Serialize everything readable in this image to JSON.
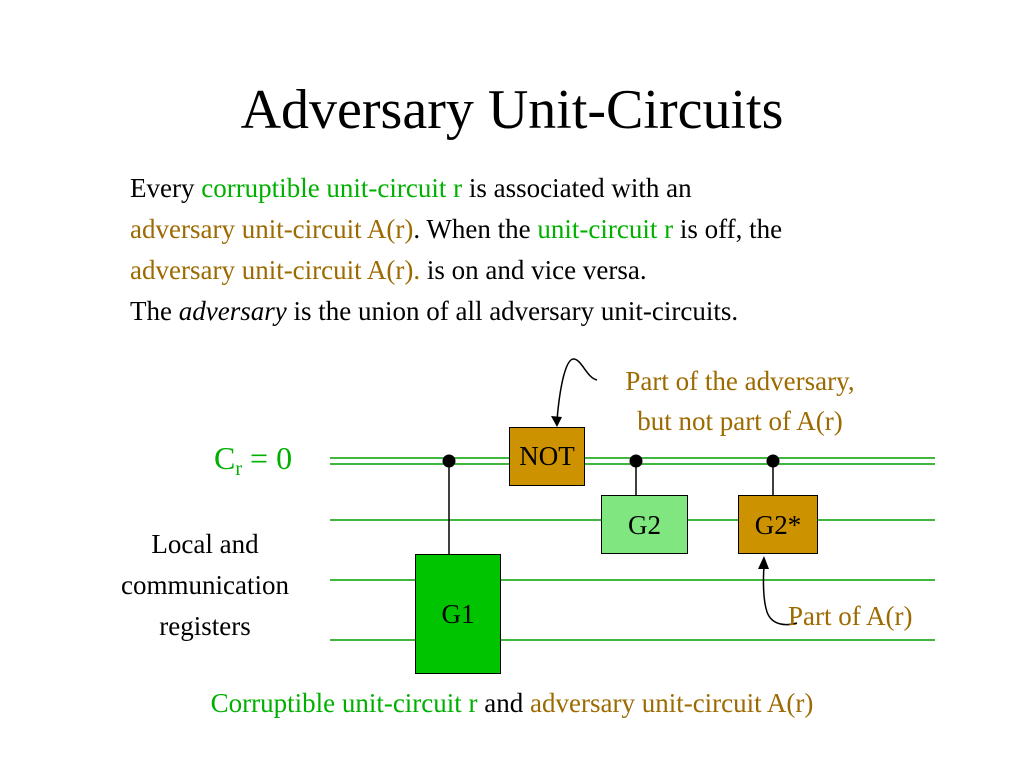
{
  "title": "Adversary Unit-Circuits",
  "paragraph": {
    "l1_a": "Every ",
    "l1_b": "corruptible unit-circuit r",
    "l1_c": " is associated with an",
    "l2_a": "adversary unit-circuit A(r)",
    "l2_b": ". When the ",
    "l2_c": "unit-circuit r",
    "l2_d": " is off, the",
    "l3_a": "adversary unit-circuit A(r).",
    "l3_b": " is on and vice versa.",
    "l4_a": "The ",
    "l4_b": "adversary",
    "l4_c": " is the union of all adversary unit-circuits."
  },
  "diagram": {
    "control_wire_label": "C",
    "control_wire_sub": "r",
    "control_wire_value": " = 0",
    "register_label": [
      "Local and",
      "communication",
      "registers"
    ],
    "gates": {
      "not": "NOT",
      "g1": "G1",
      "g2": "G2",
      "g2_star": "G2*"
    },
    "callout_top": [
      "Part of the adversary,",
      "but not part of A(r)"
    ],
    "callout_bottom": "Part of A(r)"
  },
  "caption": {
    "part1": "Corruptible unit-circuit r",
    "part2": " and ",
    "part3": "adversary unit-circuit A(r)"
  },
  "colors": {
    "green_text": "#00b000",
    "brown_text": "#9c6a00",
    "wire_green": "#00a000",
    "gate_brown": "#cc9200",
    "gate_light_green": "#80e680",
    "gate_green": "#00c400"
  }
}
